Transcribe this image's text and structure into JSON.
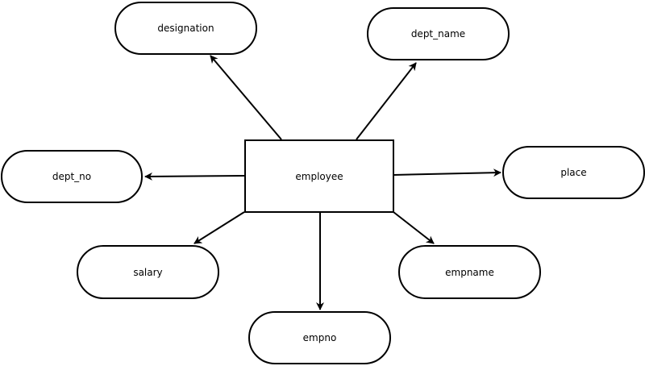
{
  "diagram": {
    "entity": {
      "label": "employee"
    },
    "attributes": {
      "designation": "designation",
      "dept_name": "dept_name",
      "dept_no": "dept_no",
      "place": "place",
      "salary": "salary",
      "empname": "empname",
      "empno": "empno"
    }
  }
}
